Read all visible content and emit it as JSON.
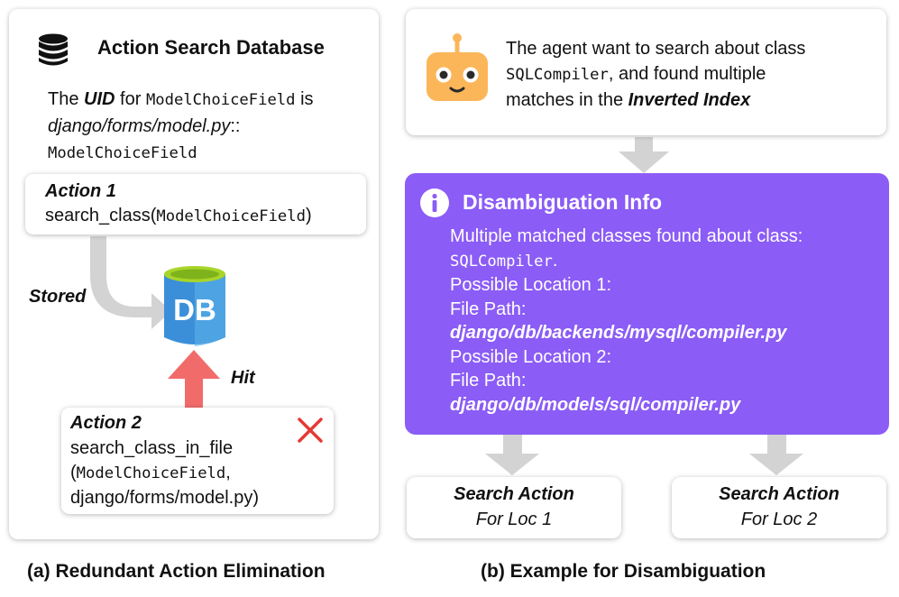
{
  "panel_a": {
    "title": "Action Search Database",
    "uid_text": {
      "prefix": "The ",
      "uid": "UID",
      "for": " for ",
      "class_name": "ModelChoiceField",
      "is": " is",
      "path": "django/forms/model.py",
      "sep": "::",
      "class_name2": "ModelChoiceField"
    },
    "action1": {
      "title": "Action 1",
      "func": "search_class(",
      "arg": "ModelChoiceField",
      "close": ")"
    },
    "stored_label": "Stored",
    "db_label": "DB",
    "hit_label": "Hit",
    "action2": {
      "title": "Action 2",
      "line1": "search_class_in_file",
      "line2_open": "(",
      "line2_arg": "ModelChoiceField",
      "line2_close": ",",
      "line3": "django/forms/model.py)"
    },
    "caption": "(a) Redundant Action Elimination"
  },
  "panel_b": {
    "agent_text": {
      "line1": "The agent want to search about class",
      "class_name": "SQLCompiler",
      "line2_rest": ", and found multiple",
      "line3_prefix": "matches in the ",
      "line3_bold": "Inverted Index"
    },
    "info": {
      "title": "Disambiguation Info",
      "line1": "Multiple matched classes found about class:",
      "class_name": "SQLCompiler",
      "period": ".",
      "loc1_label": "Possible Location 1:",
      "loc1_path_label": "File Path:",
      "loc1_path": "django/db/backends/mysql/compiler.py",
      "loc2_label": "Possible Location 2:",
      "loc2_path_label": "File Path:",
      "loc2_path": "django/db/models/sql/compiler.py"
    },
    "action_left": {
      "title": "Search Action",
      "sub": "For Loc 1"
    },
    "action_right": {
      "title": "Search Action",
      "sub": "For Loc 2"
    },
    "caption": "(b) Example for Disambiguation"
  },
  "colors": {
    "info_purple": "#8B5CF6",
    "hit_arrow": "#F26B6B",
    "gray_arrow": "#D3D3D3",
    "db_blue": "#3B8FD9",
    "db_top_green": "#A8D52A",
    "robot_orange": "#FBB65A",
    "cross_red": "#E53935"
  }
}
